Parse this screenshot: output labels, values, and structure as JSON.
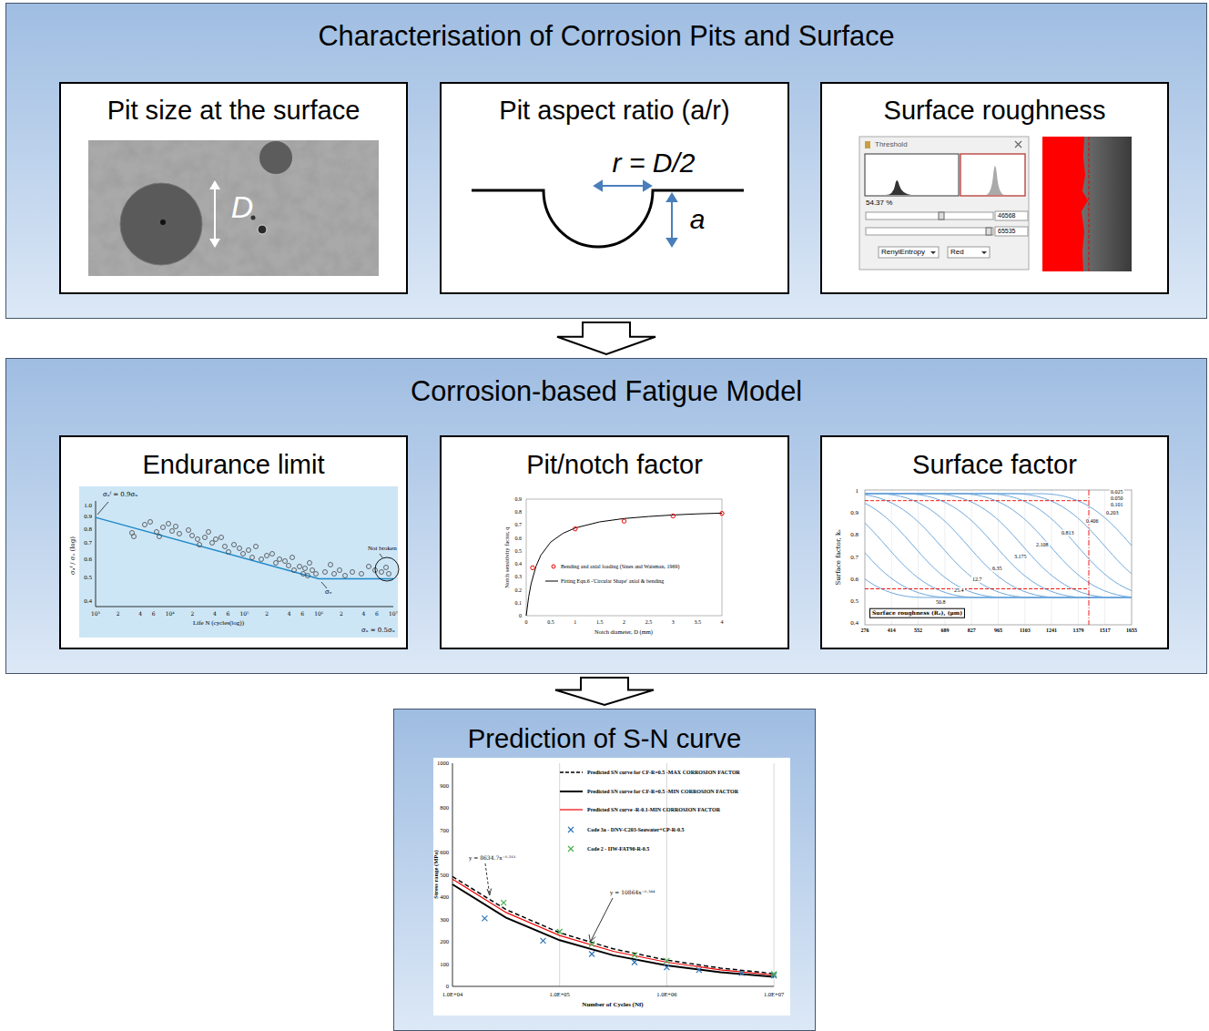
{
  "diagram": {
    "nodes": [
      {
        "text": [
          "Characterisation of Corrosion Pits and Surface"
        ]
      },
      {
        "text": [
          "Pit size at the surface"
        ],
        "in": 0
      },
      {
        "text": [
          "Pit aspect ratio (a/r)"
        ],
        "in": 0
      },
      {
        "text": [
          "Surface roughness"
        ],
        "in": 0
      },
      {
        "text": [
          "Corrosion-based Fatigue Model"
        ]
      },
      {
        "text": [
          "Endurance limit"
        ],
        "in": 4
      },
      {
        "text": [
          "Pit/notch factor"
        ],
        "in": 4
      },
      {
        "text": [
          "Surface factor"
        ],
        "in": 4
      },
      {
        "text": [
          "Prediction of S-N curve"
        ]
      }
    ],
    "edges": [
      {
        "from": 0,
        "to": 4,
        "arrow": "to"
      },
      {
        "from": 4,
        "to": 8,
        "arrow": "to"
      }
    ],
    "labels": [
      "D",
      "r = D/2",
      "a",
      "Threshold",
      "54.37 %",
      "46568",
      "65535",
      "RenyiEntropy",
      "Red",
      "σₐᶠ = 0.9σᵤ",
      "1.0",
      "0.9",
      "0.8",
      "0.7",
      "0.6",
      "0.5",
      "0.4",
      "10³",
      "2",
      "4",
      "6",
      "10⁴",
      "2",
      "4",
      "6",
      "10⁵",
      "2",
      "4",
      "6",
      "10⁶",
      "2",
      "4",
      "6",
      "10⁷",
      "Life N (cycles(log))",
      "σₐᶠ / σᵤ (log)",
      "Not broken",
      "σₑ",
      "σₐ = 0.5σᵤ",
      "0",
      "0.1",
      "0.2",
      "0.3",
      "0.4",
      "0.5",
      "0.6",
      "0.7",
      "0.8",
      "0.9",
      "0",
      "0.5",
      "1",
      "1.5",
      "2",
      "2.5",
      "3",
      "3.5",
      "4",
      "Notch diameter, D (mm)",
      "Notch sensitivity factor, q",
      "1",
      "0.9",
      "0.8",
      "0.7",
      "0.6",
      "0.5",
      "0.4",
      "276",
      "414",
      "552",
      "689",
      "827",
      "965",
      "1103",
      "1241",
      "1379",
      "1517",
      "1655",
      "0.025",
      "0.050",
      "0.101",
      "0.203",
      "0.406",
      "0.813",
      "2.108",
      "3.175",
      "6.35",
      "12.7",
      "25.4",
      "50.8",
      "Surface factor, kₛ",
      "Surface roughness (Rₐ), (μm)",
      "1000",
      "900",
      "800",
      "700",
      "600",
      "500",
      "400",
      "300",
      "200",
      "100",
      "0",
      "1.0E+04",
      "1.0E+05",
      "1.0E+06",
      "1.0E+07",
      "Number of Cycles (Nf)",
      "Stress range (MPa)",
      "y = 8634.7x⁻⁰·³¹¹",
      "y = 10864x⁻⁰·³⁴⁴"
    ],
    "legend": [
      {
        "text": "Bending and axial loading (Sines and Waisman, 1969)"
      },
      {
        "text": "Fitting Eqn.6 -'Circular Shape' axial & bending"
      },
      {
        "text": "Predicted SN curve for CF-R=0.5 -MAX CORROSION FACTOR"
      },
      {
        "text": "Predicted SN curve for CF-R=0.5 -MIN CORROSION FACTOR"
      },
      {
        "text": "Predicted SN curve -R-0.1-MIN CORROSION FACTOR"
      },
      {
        "text": "Code 3a - DNV-C203-Seawater+CP-R-0.5"
      },
      {
        "text": "Code 2 - IIW-FAT90-R-0.5"
      }
    ]
  }
}
